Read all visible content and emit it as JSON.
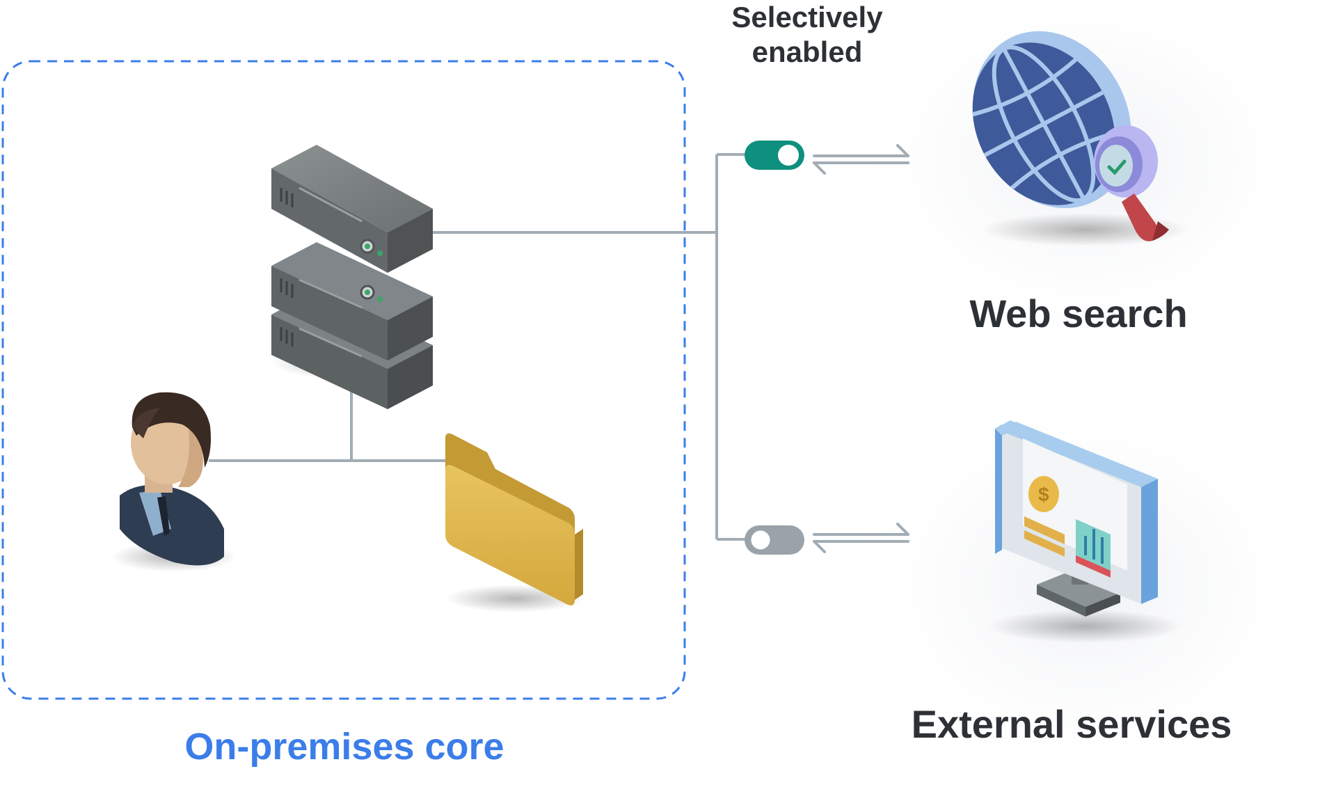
{
  "diagram": {
    "toggle_label": "Selectively\nenabled",
    "core_label": "On-premises core",
    "web_search_label": "Web search",
    "external_services_label": "External services",
    "toggles": [
      {
        "target": "Web search",
        "enabled": true
      },
      {
        "target": "External services",
        "enabled": false
      }
    ]
  },
  "colors": {
    "core_accent": "#3b7de9",
    "toggle_on": "#0f8f7e",
    "toggle_off": "#9aa2aa",
    "connector": "#a2acb5",
    "text": "#2d3136"
  },
  "icons": {
    "server": "server-stack-icon",
    "user": "user-person-icon",
    "folder": "folder-icon",
    "web": "globe-magnifier-icon",
    "external": "monitor-dashboard-icon"
  }
}
